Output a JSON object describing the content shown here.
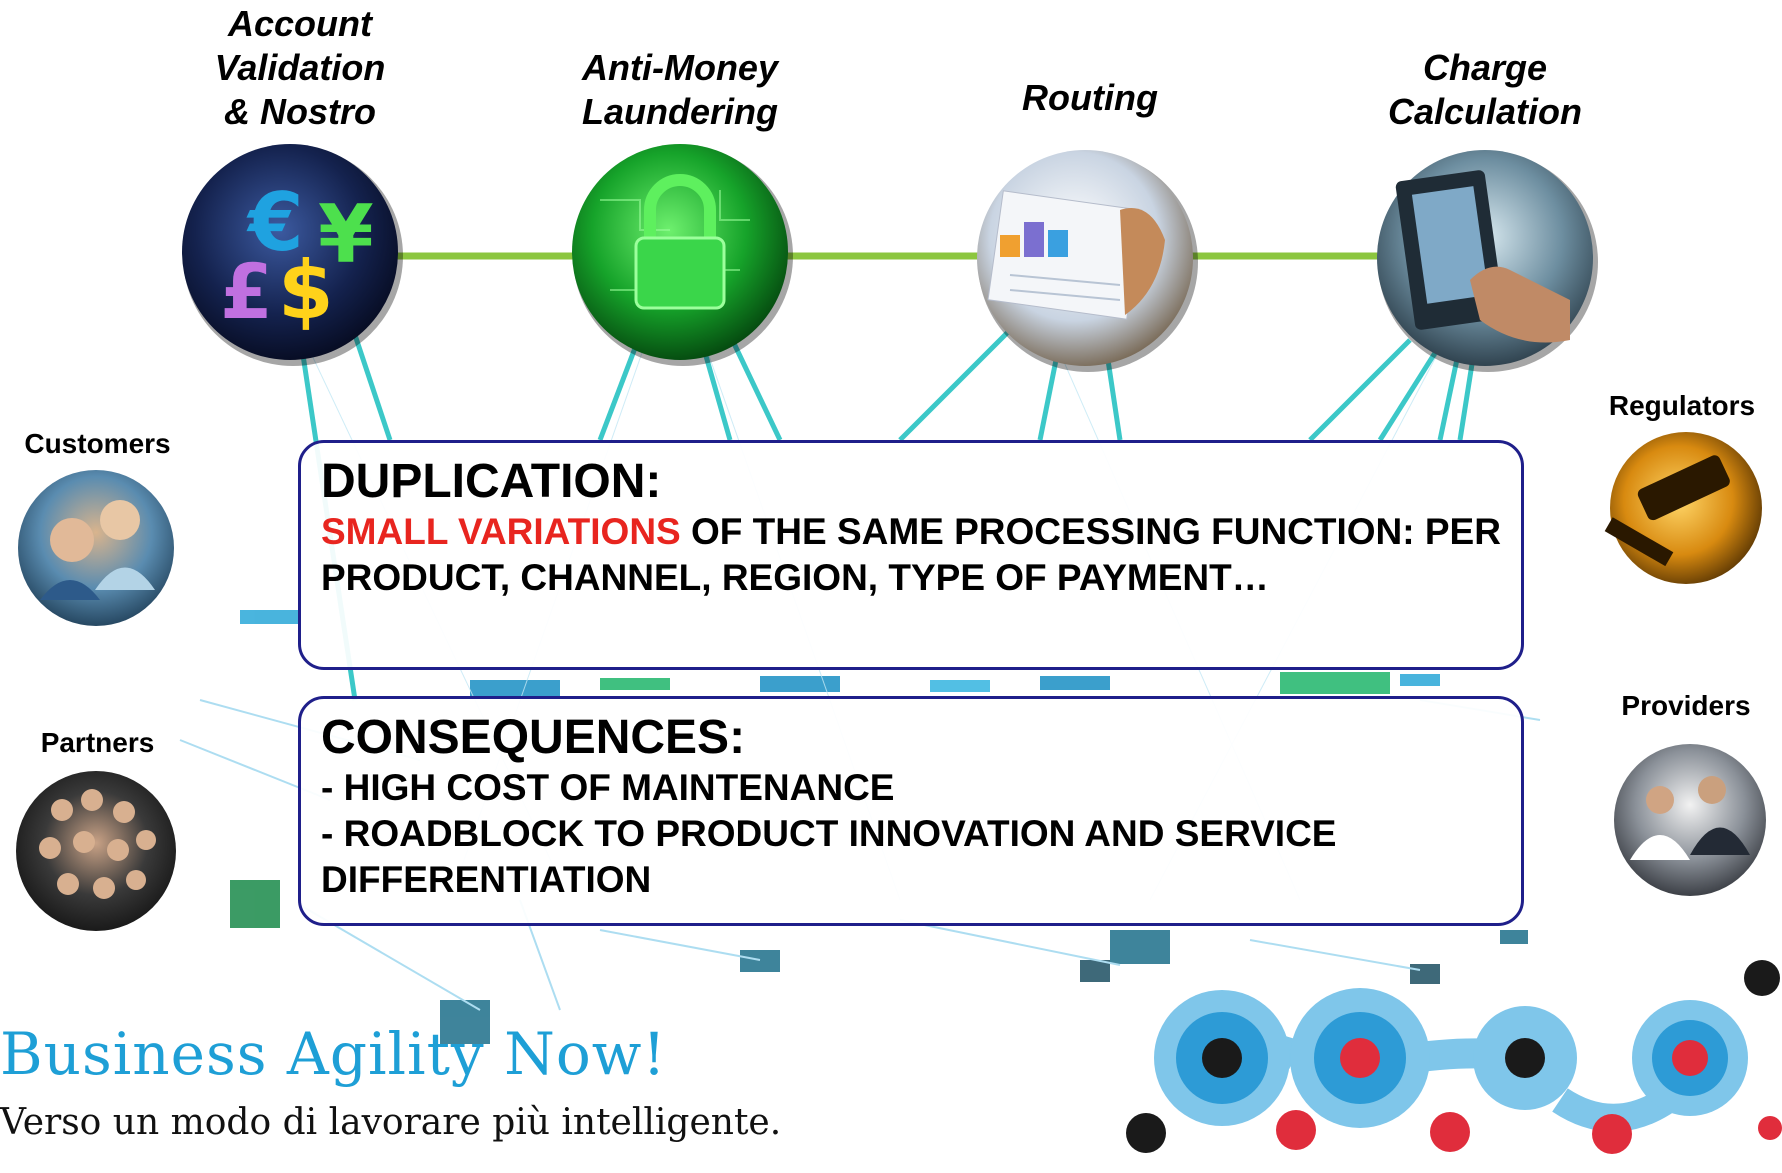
{
  "functions": [
    {
      "title": "Account\nValidation\n& Nostro",
      "icon": "currency-icon"
    },
    {
      "title": "Anti-Money\nLaundering",
      "icon": "lock-icon"
    },
    {
      "title": "Routing",
      "icon": "chart-screen-icon"
    },
    {
      "title": "Charge\nCalculation",
      "icon": "touchscreen-icon"
    }
  ],
  "stakeholders": {
    "customers": "Customers",
    "partners": "Partners",
    "regulators": "Regulators",
    "providers": "Providers"
  },
  "duplication": {
    "heading": "DUPLICATION:",
    "highlight": "SMALL VARIATIONS",
    "text": " OF THE SAME PROCESSING FUNCTION: PER PRODUCT, CHANNEL, REGION, TYPE OF PAYMENT…"
  },
  "consequences": {
    "heading": "CONSEQUENCES:",
    "items": [
      "- HIGH COST OF MAINTENANCE",
      "- ROADBLOCK TO PRODUCT INNOVATION AND SERVICE DIFFERENTIATION"
    ]
  },
  "brand": {
    "title": "Business Agility Now!",
    "subtitle": "Verso un modo di lavorare più intelligente."
  },
  "colors": {
    "connector_green": "#8cc63f",
    "connector_teal": "#3cc8c8",
    "callout_border": "#1f1f8a",
    "highlight_red": "#e8251f",
    "brand_blue": "#1e9fd6"
  }
}
